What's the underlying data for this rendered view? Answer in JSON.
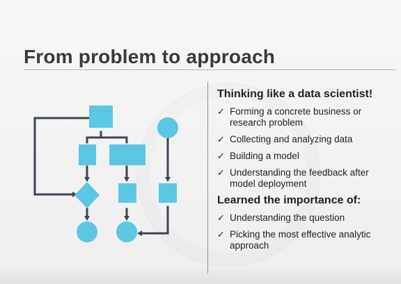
{
  "slide": {
    "title": "From problem to approach"
  },
  "right_panel": {
    "section1": {
      "heading": "Thinking like a data scientist!",
      "items": [
        "Forming a concrete business or research problem",
        "Collecting and analyzing data",
        "Building a model",
        "Understanding the feedback after model deployment"
      ]
    },
    "section2": {
      "heading": "Learned the importance of:",
      "items": [
        "Understanding the question",
        "Picking the most effective analytic approach"
      ]
    }
  },
  "icons": {
    "check": "check-icon",
    "flowchart": "flowchart-icon"
  },
  "colors": {
    "accent": "#5bc7e3",
    "line": "#3b4654",
    "rule": "#a9b6c7",
    "divider": "#8d8d8d"
  }
}
